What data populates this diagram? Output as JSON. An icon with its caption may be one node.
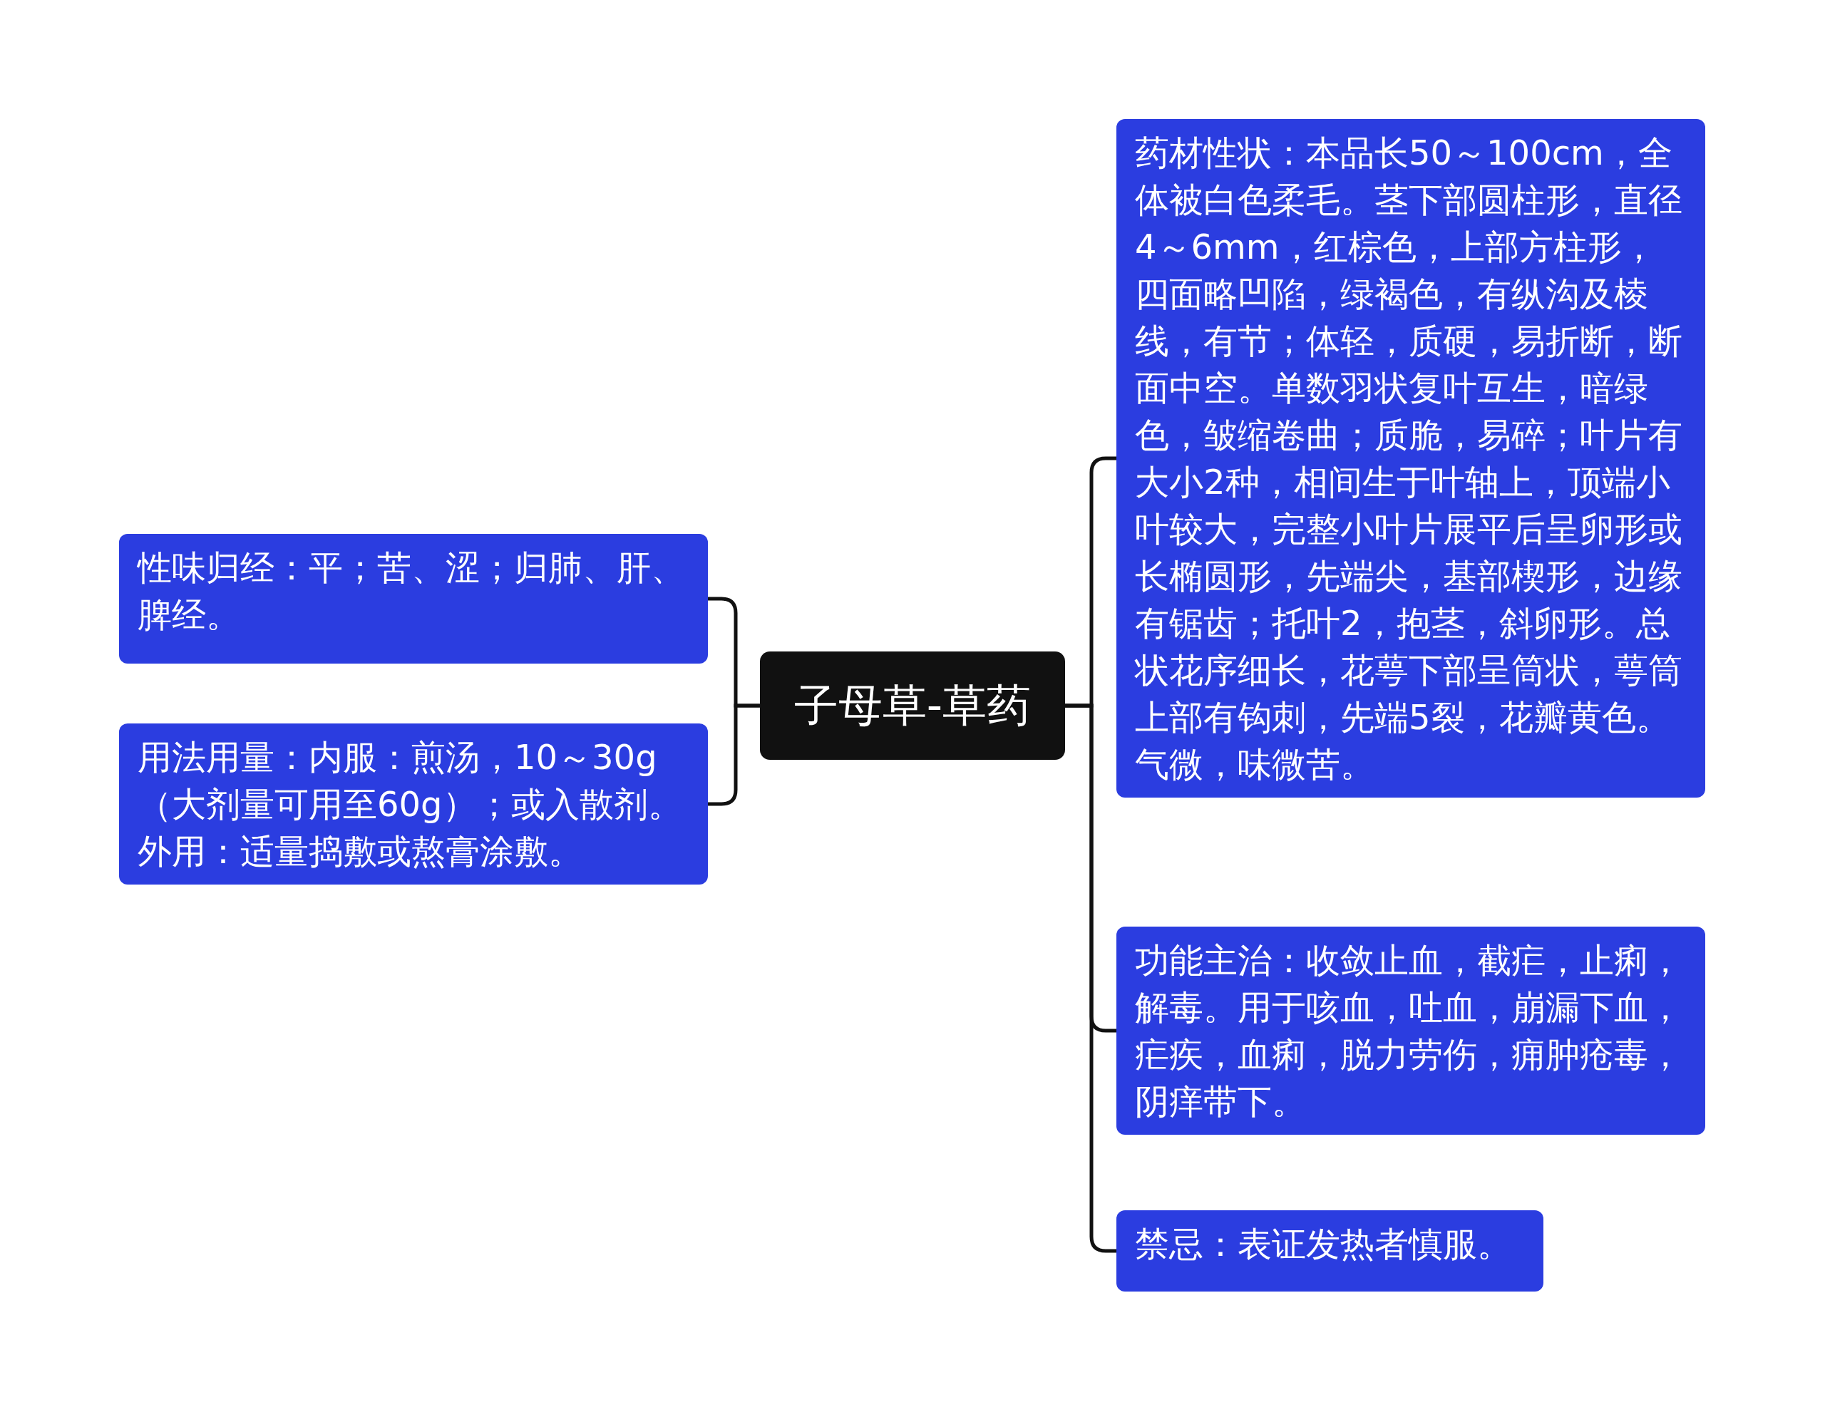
{
  "diagram": {
    "nodes": [
      {
        "text": [
          "子母草-草药"
        ]
      },
      {
        "text": [
          "性味归经：平；苦、涩；归肺、肝、脾经。"
        ]
      },
      {
        "text": [
          "用法用量：内服：煎汤，10～30g（大剂量可用至60g）；或入散剂。外用：适量捣敷或熬膏涂敷。"
        ]
      },
      {
        "text": [
          "药材性状：本品长50～100cm，全体被白色柔毛。茎下部圆柱形，直径4～6mm，红棕色，上部方柱形，四面略凹陷，绿褐色，有纵沟及棱线，有节；体轻，质硬，易折断，断面中空。单数羽状复叶互生，暗绿色，皱缩卷曲；质脆，易碎；叶片有大小2种，相间生于叶轴上，顶端小叶较大，完整小叶片展平后呈卵形或长椭圆形，先端尖，基部楔形，边缘有锯齿；托叶2，抱茎，斜卵形。总状花序细长，花萼下部呈筒状，萼筒上部有钩刺，先端5裂，花瓣黄色。气微，味微苦。"
        ]
      },
      {
        "text": [
          "功能主治：收敛止血，截疟，止痢，解毒。用于咳血，吐血，崩漏下血，疟疾，血痢，脱力劳伤，痈肿疮毒，阴痒带下。"
        ]
      },
      {
        "text": [
          "禁忌：表证发热者慎服。"
        ]
      }
    ],
    "edges": [
      {
        "from": 0,
        "to": 1,
        "arrow": "none"
      },
      {
        "from": 0,
        "to": 2,
        "arrow": "none"
      },
      {
        "from": 0,
        "to": 3,
        "arrow": "none"
      },
      {
        "from": 0,
        "to": 4,
        "arrow": "none"
      },
      {
        "from": 0,
        "to": 5,
        "arrow": "none"
      }
    ]
  }
}
